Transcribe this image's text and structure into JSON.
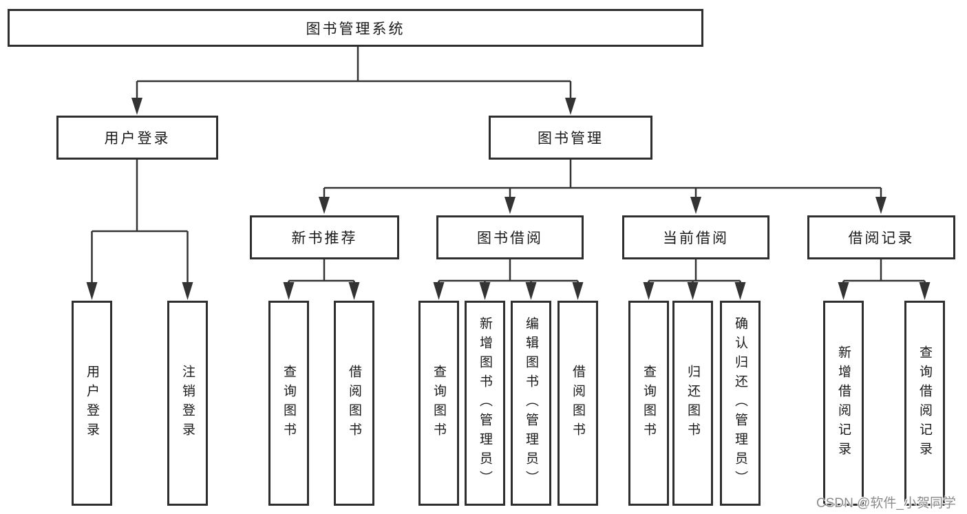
{
  "diagram": {
    "root": {
      "label": "图书管理系统"
    },
    "level2": [
      {
        "label": "用户登录"
      },
      {
        "label": "图书管理"
      }
    ],
    "level3": [
      {
        "label": "新书推荐"
      },
      {
        "label": "图书借阅"
      },
      {
        "label": "当前借阅"
      },
      {
        "label": "借阅记录"
      }
    ],
    "leaves": [
      {
        "label": "用户登录"
      },
      {
        "label": "注销登录"
      },
      {
        "label": "查询图书"
      },
      {
        "label": "借阅图书"
      },
      {
        "label": "查询图书"
      },
      {
        "label": "新增图书（管理员）"
      },
      {
        "label": "编辑图书（管理员）"
      },
      {
        "label": "借阅图书"
      },
      {
        "label": "查询图书"
      },
      {
        "label": "归还图书"
      },
      {
        "label": "确认归还（管理员）"
      },
      {
        "label": "新增借阅记录"
      },
      {
        "label": "查询借阅记录"
      }
    ]
  },
  "watermark": {
    "text": "CSDN @软件_小贺同学"
  },
  "colors": {
    "line": "#333333",
    "border": "#2e2e2e",
    "text": "#1a1a1a",
    "background": "#ffffff",
    "watermark": "#8c8c8c"
  }
}
